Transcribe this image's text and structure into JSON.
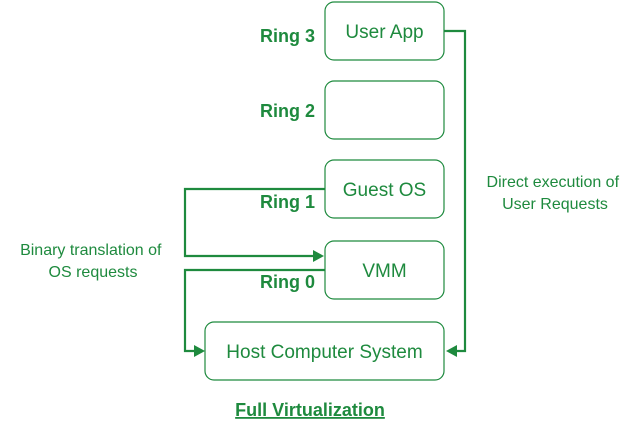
{
  "diagram": {
    "title": "Full Virtualization",
    "colors": {
      "accent": "#1e8a3e",
      "background": "#ffffff"
    },
    "rings": {
      "ring3": "Ring 3",
      "ring2": "Ring 2",
      "ring1": "Ring 1",
      "ring0": "Ring 0"
    },
    "boxes": {
      "user_app": "User App",
      "ring2_box": "",
      "guest_os": "Guest OS",
      "vmm": "VMM",
      "host": "Host Computer System"
    },
    "annotations": {
      "direct_execution": [
        "Direct execution of",
        "User Requests"
      ],
      "binary_translation": [
        "Binary translation of",
        "OS requests"
      ]
    }
  }
}
